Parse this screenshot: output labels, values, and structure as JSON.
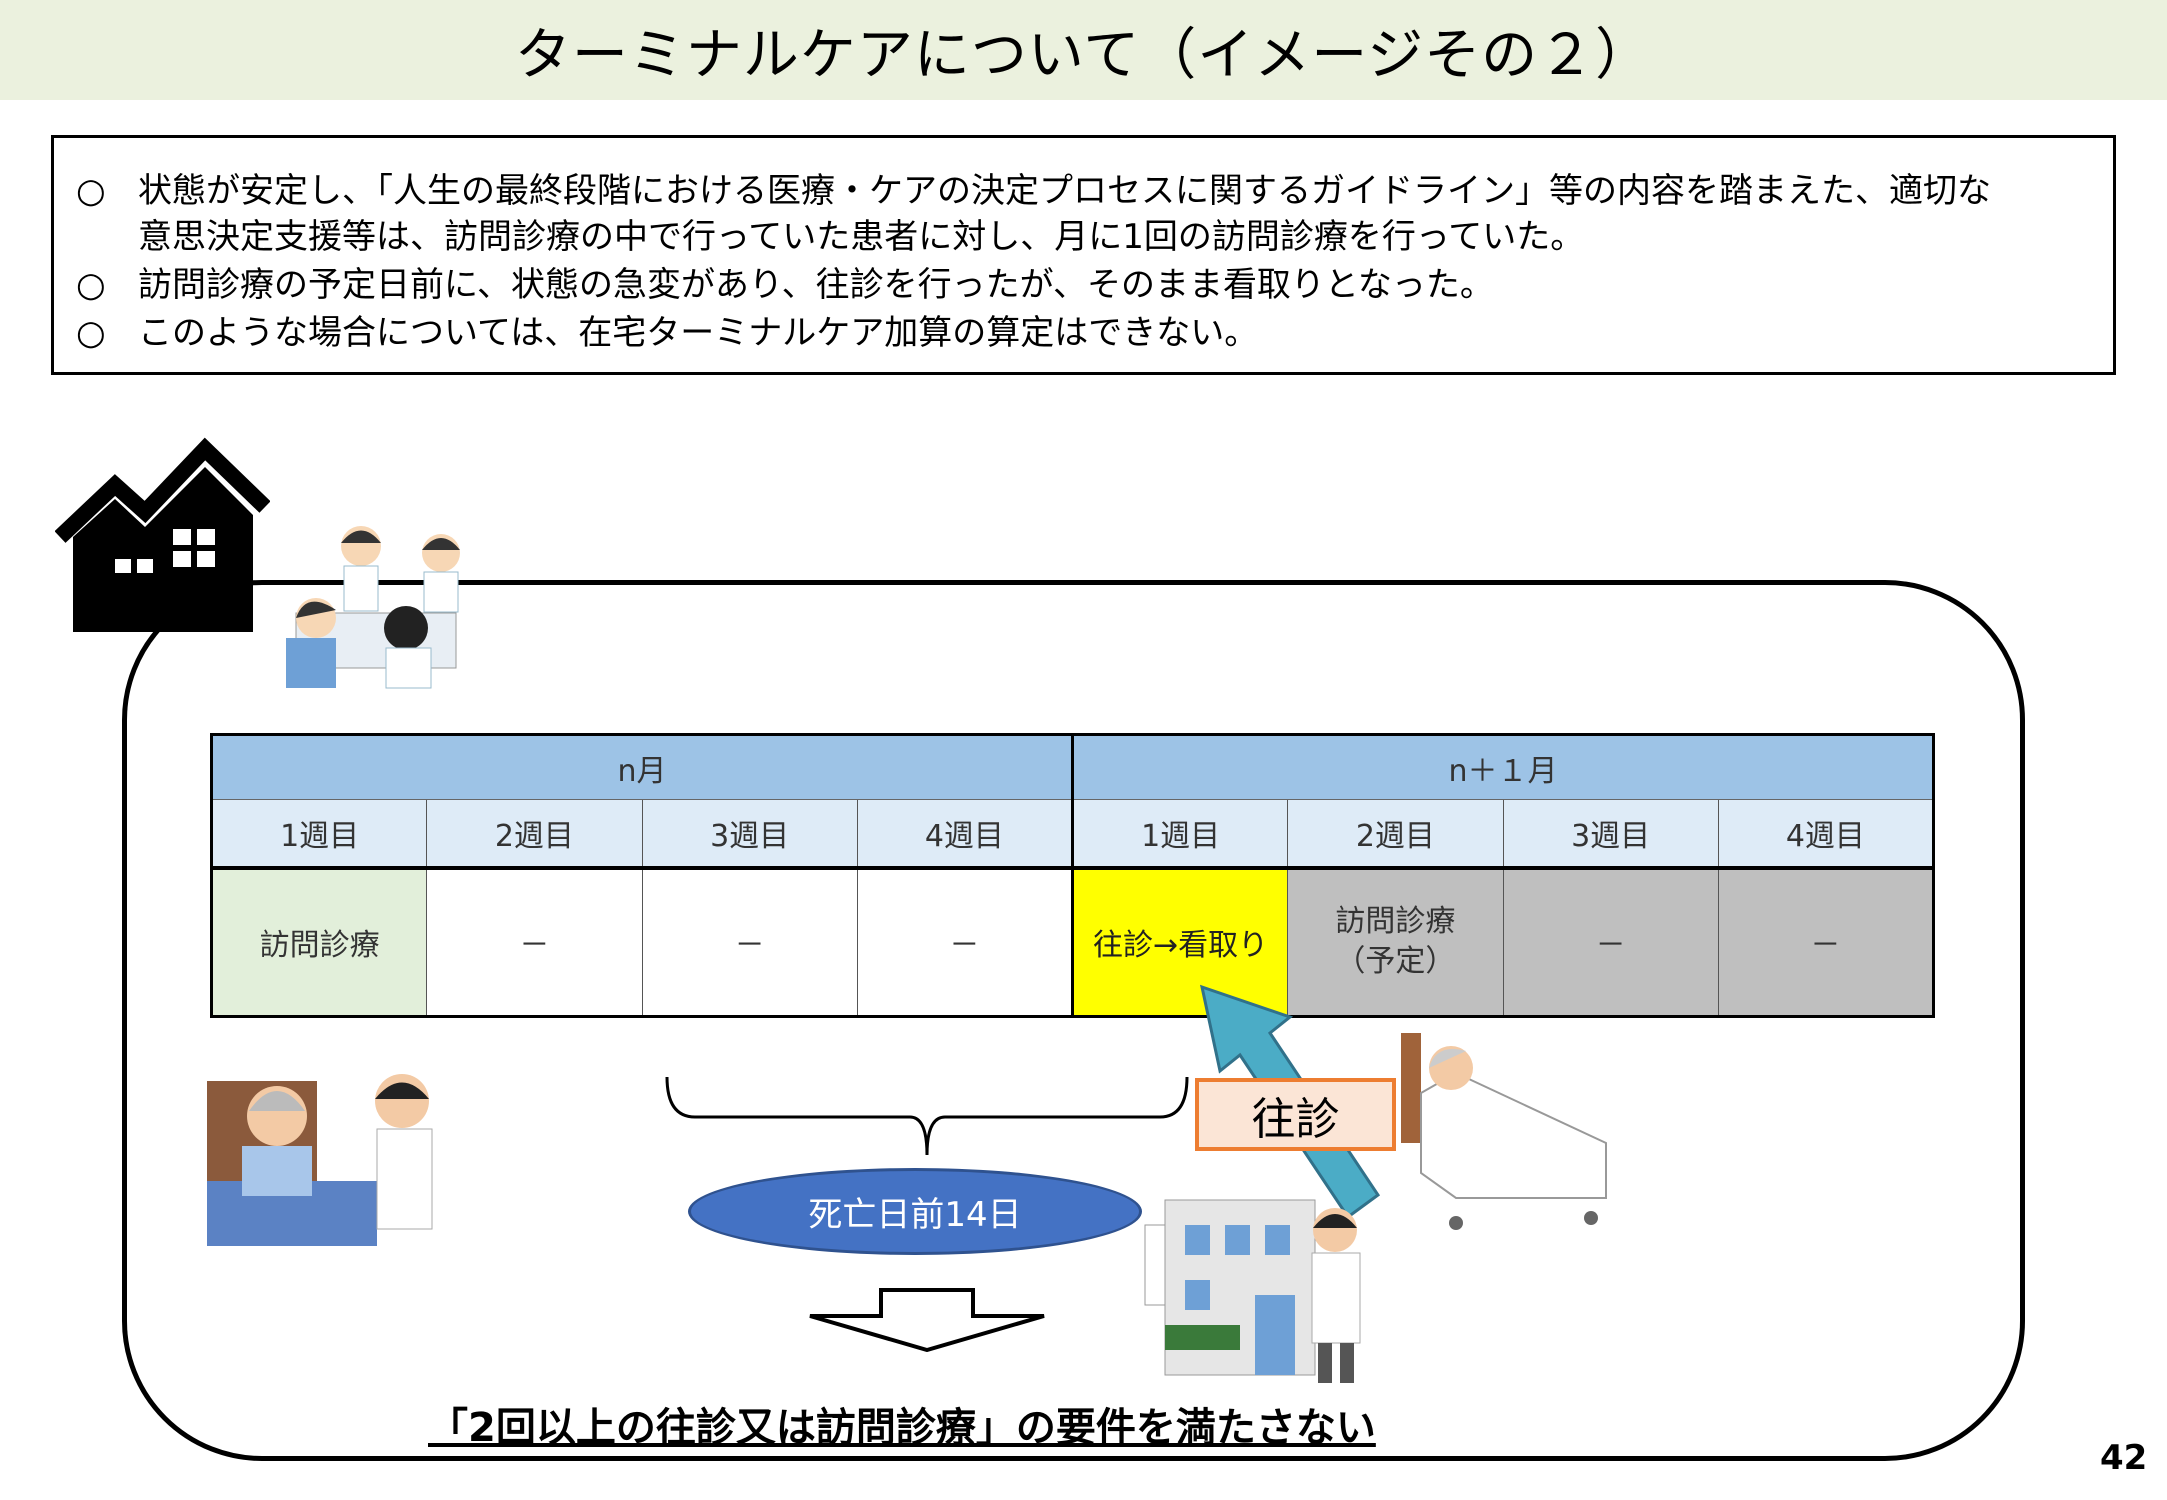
{
  "title": "ターミナルケアについて（イメージその２）",
  "bullets": [
    {
      "mark": "○",
      "lines": [
        "状態が安定し、「人生の最終段階における医療・ケアの決定プロセスに関するガイドライン」等の内容を踏まえた、適切な",
        "意思決定支援等は、訪問診療の中で行っていた患者に対し、月に1回の訪問診療を行っていた。"
      ]
    },
    {
      "mark": "○",
      "lines": [
        "訪問診療の予定日前に、状態の急変があり、往診を行ったが、そのまま看取りとなった。"
      ]
    },
    {
      "mark": "○",
      "lines": [
        "このような場合については、在宅ターミナルケア加算の算定はできない。"
      ]
    }
  ],
  "table": {
    "months": [
      "n月",
      "n＋１月"
    ],
    "weeks": [
      "1週目",
      "2週目",
      "3週目",
      "4週目",
      "1週目",
      "2週目",
      "3週目",
      "4週目"
    ],
    "cells": [
      "訪問診療",
      "－",
      "－",
      "－",
      "往診→看取り",
      "訪問診療\n（予定）",
      "－",
      "－"
    ]
  },
  "ellipse_label": "死亡日前14日",
  "oshin_label": "往診",
  "conclusion": "「2回以上の往診又は訪問診療」の要件を満たさない",
  "page_number": "42"
}
